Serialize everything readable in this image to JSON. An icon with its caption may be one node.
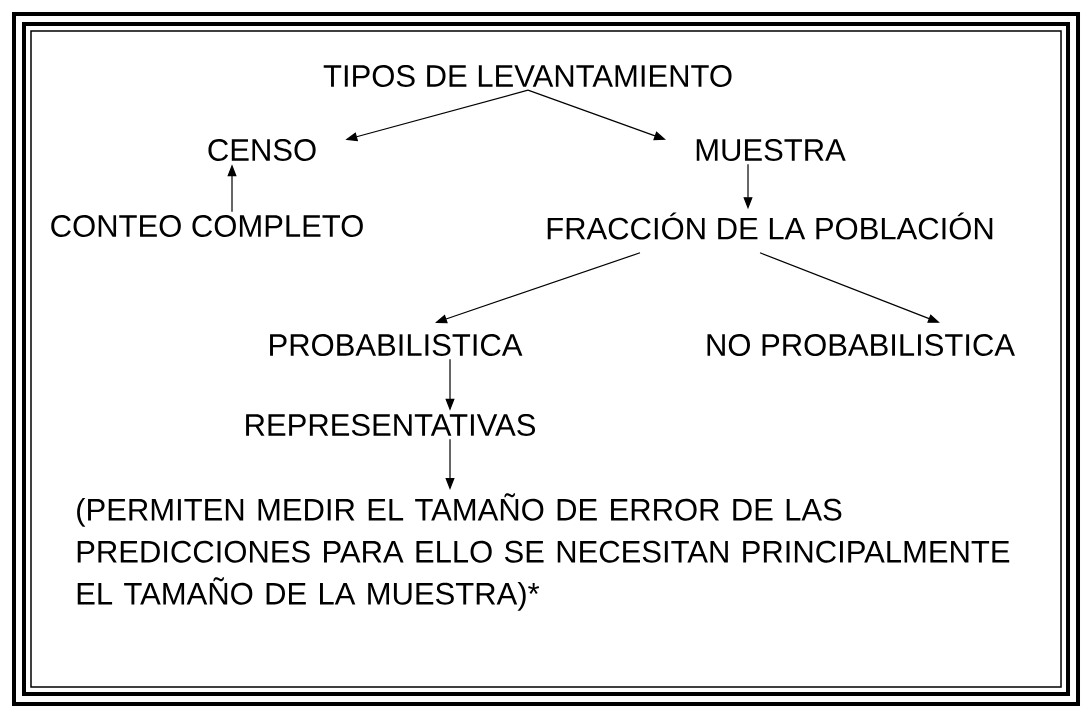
{
  "diagram": {
    "nodes": [
      {
        "text": [
          "TIPOS DE LEVANTAMIENTO"
        ]
      },
      {
        "text": [
          "CENSO"
        ]
      },
      {
        "text": [
          "MUESTRA"
        ]
      },
      {
        "text": [
          "CONTEO COMPLETO"
        ]
      },
      {
        "text": [
          "FRACCIÓN DE LA POBLACIÓN"
        ]
      },
      {
        "text": [
          "PROBABILISTICA"
        ]
      },
      {
        "text": [
          "NO PROBABILISTICA"
        ]
      },
      {
        "text": [
          "REPRESENTATIVAS"
        ]
      },
      {
        "text": [
          "(PERMITEN MEDIR EL TAMAÑO DE ERROR DE LAS PREDICCIONES PARA ELLO SE NECESITAN PRINCIPALMENTE EL TAMAÑO DE LA MUESTRA)*"
        ]
      }
    ],
    "edges": [
      {
        "from": 0,
        "to": 1,
        "arrow": "to"
      },
      {
        "from": 0,
        "to": 2,
        "arrow": "to"
      },
      {
        "from": 3,
        "to": 1,
        "arrow": "to"
      },
      {
        "from": 2,
        "to": 4,
        "arrow": "to"
      },
      {
        "from": 4,
        "to": 5,
        "arrow": "to"
      },
      {
        "from": 4,
        "to": 6,
        "arrow": "to"
      },
      {
        "from": 5,
        "to": 7,
        "arrow": "to"
      },
      {
        "from": 7,
        "to": 8,
        "arrow": "to"
      }
    ]
  }
}
